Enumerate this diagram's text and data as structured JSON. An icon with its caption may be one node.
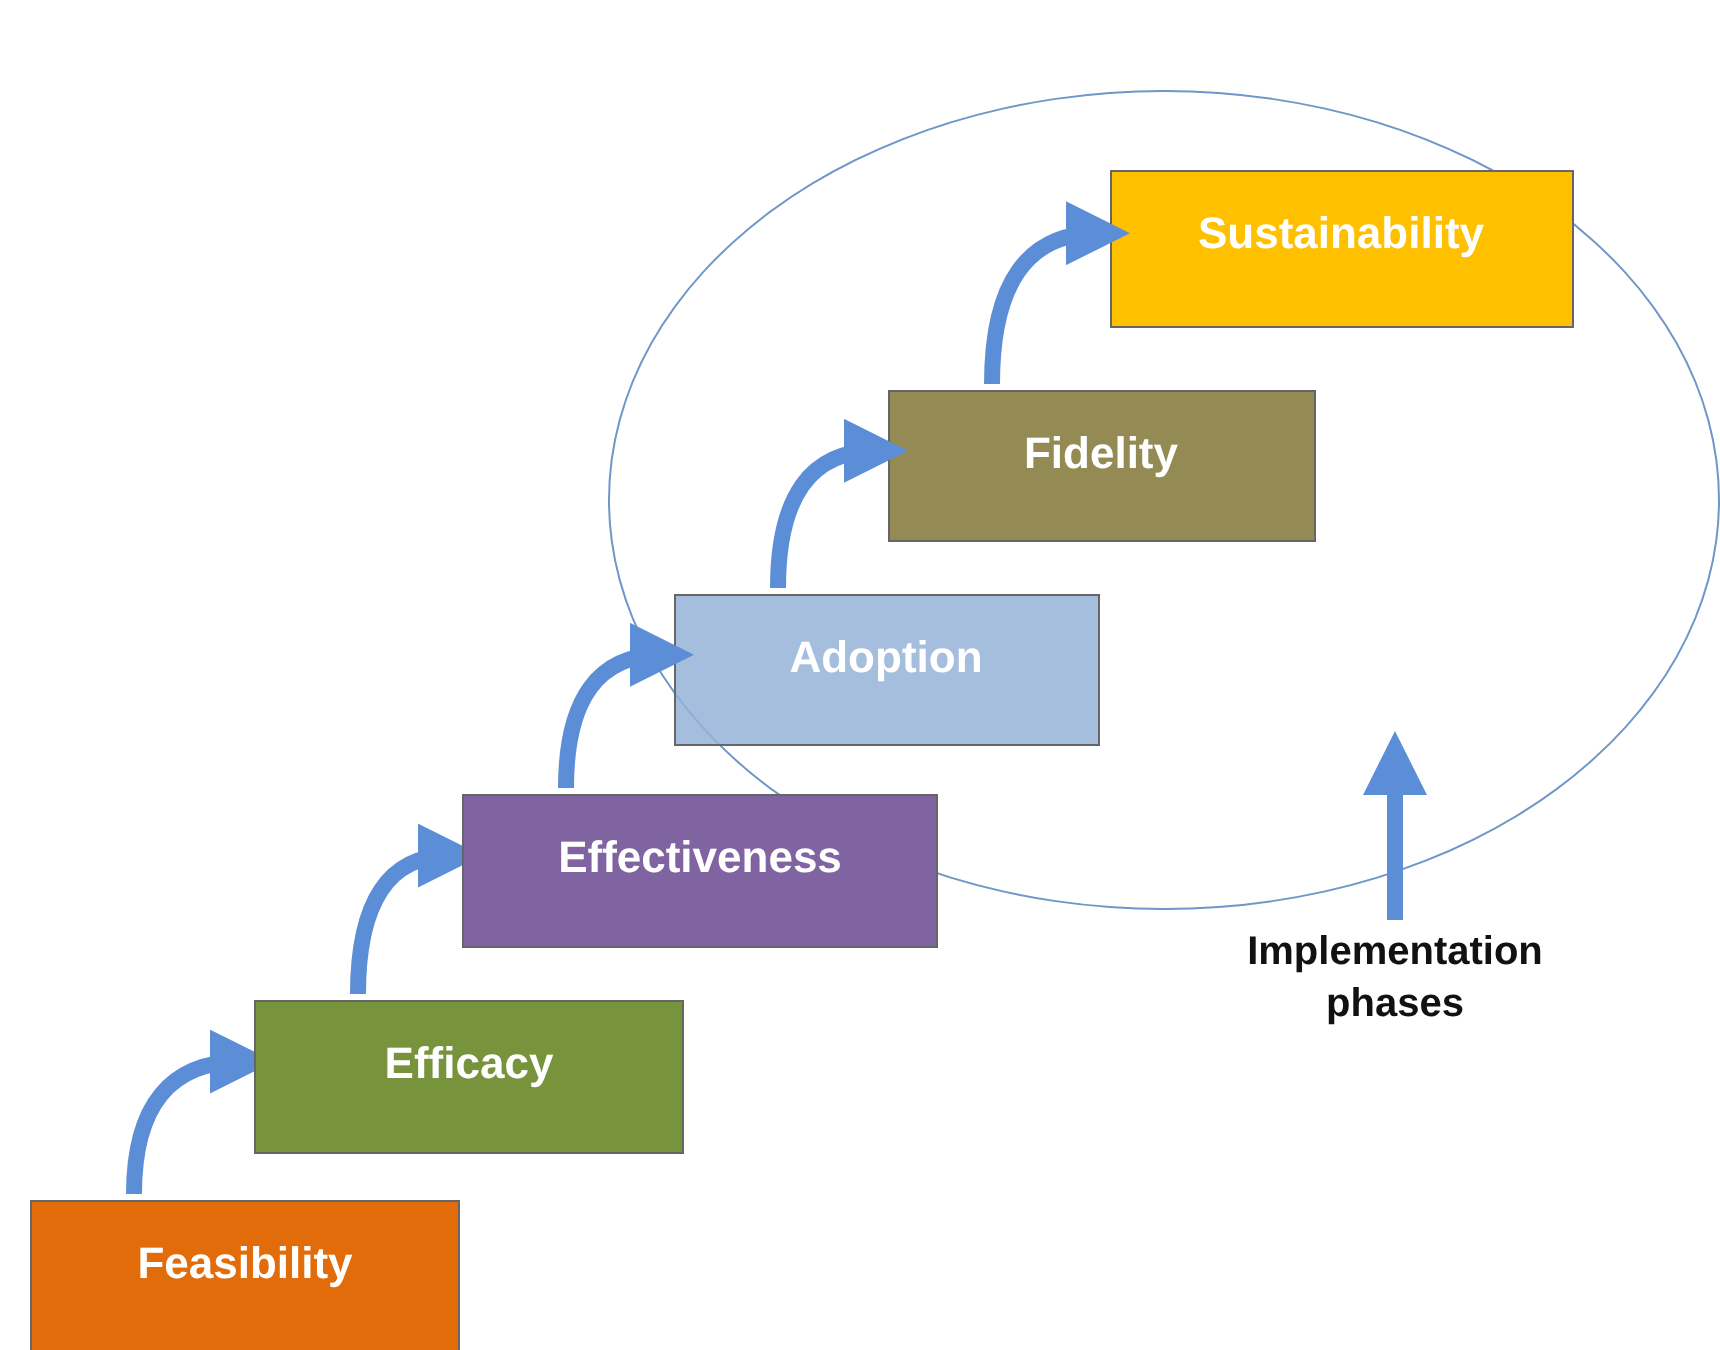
{
  "diagram": {
    "nodes": [
      {
        "text": [
          "Feasibility"
        ]
      },
      {
        "text": [
          "Efficacy"
        ]
      },
      {
        "text": [
          "Effectiveness"
        ]
      },
      {
        "text": [],
        "shape": "circle"
      },
      {
        "text": [
          "Adoption"
        ],
        "in": 3
      },
      {
        "text": [
          "Fidelity"
        ],
        "in": 3
      },
      {
        "text": [
          "Sustainability"
        ],
        "in": 3
      },
      {
        "text": [
          "Implementation phases"
        ]
      }
    ],
    "edges": [
      {
        "from": 0,
        "to": 1,
        "arrow": "to"
      },
      {
        "from": 1,
        "to": 2,
        "arrow": "to"
      },
      {
        "from": 2,
        "to": 4,
        "arrow": "to"
      },
      {
        "from": 4,
        "to": 5,
        "arrow": "to"
      },
      {
        "from": 5,
        "to": 6,
        "arrow": "to"
      },
      {
        "from": 7,
        "to": 3,
        "arrow": "to"
      }
    ]
  }
}
